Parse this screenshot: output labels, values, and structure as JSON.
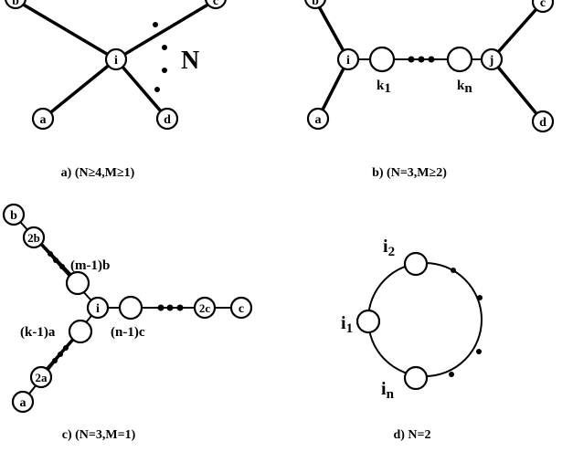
{
  "panels": {
    "a": {
      "caption": "a) (N≥4,M≥1)",
      "center": "i",
      "leaves": [
        "a",
        "b",
        "c",
        "d"
      ],
      "count_label": "N"
    },
    "b": {
      "caption": "b) (N=3,M≥2)",
      "nodes": [
        "i",
        "j",
        "a",
        "b",
        "c",
        "d"
      ],
      "chain_first": "k",
      "chain_first_sub": "1",
      "chain_last": "k",
      "chain_last_sub": "n"
    },
    "c": {
      "caption": "c) (N=3,M=1)",
      "center": "i",
      "leaves": [
        "a",
        "b",
        "c"
      ],
      "near": [
        "(m-1)b",
        "(n-1)c",
        "(k-1)a"
      ],
      "second": [
        "2b",
        "2c",
        "2a"
      ]
    },
    "d": {
      "caption": "d) N=2",
      "nodes": [
        {
          "base": "i",
          "sub": "2"
        },
        {
          "base": "i",
          "sub": "1"
        },
        {
          "base": "i",
          "sub": "n"
        }
      ]
    }
  }
}
